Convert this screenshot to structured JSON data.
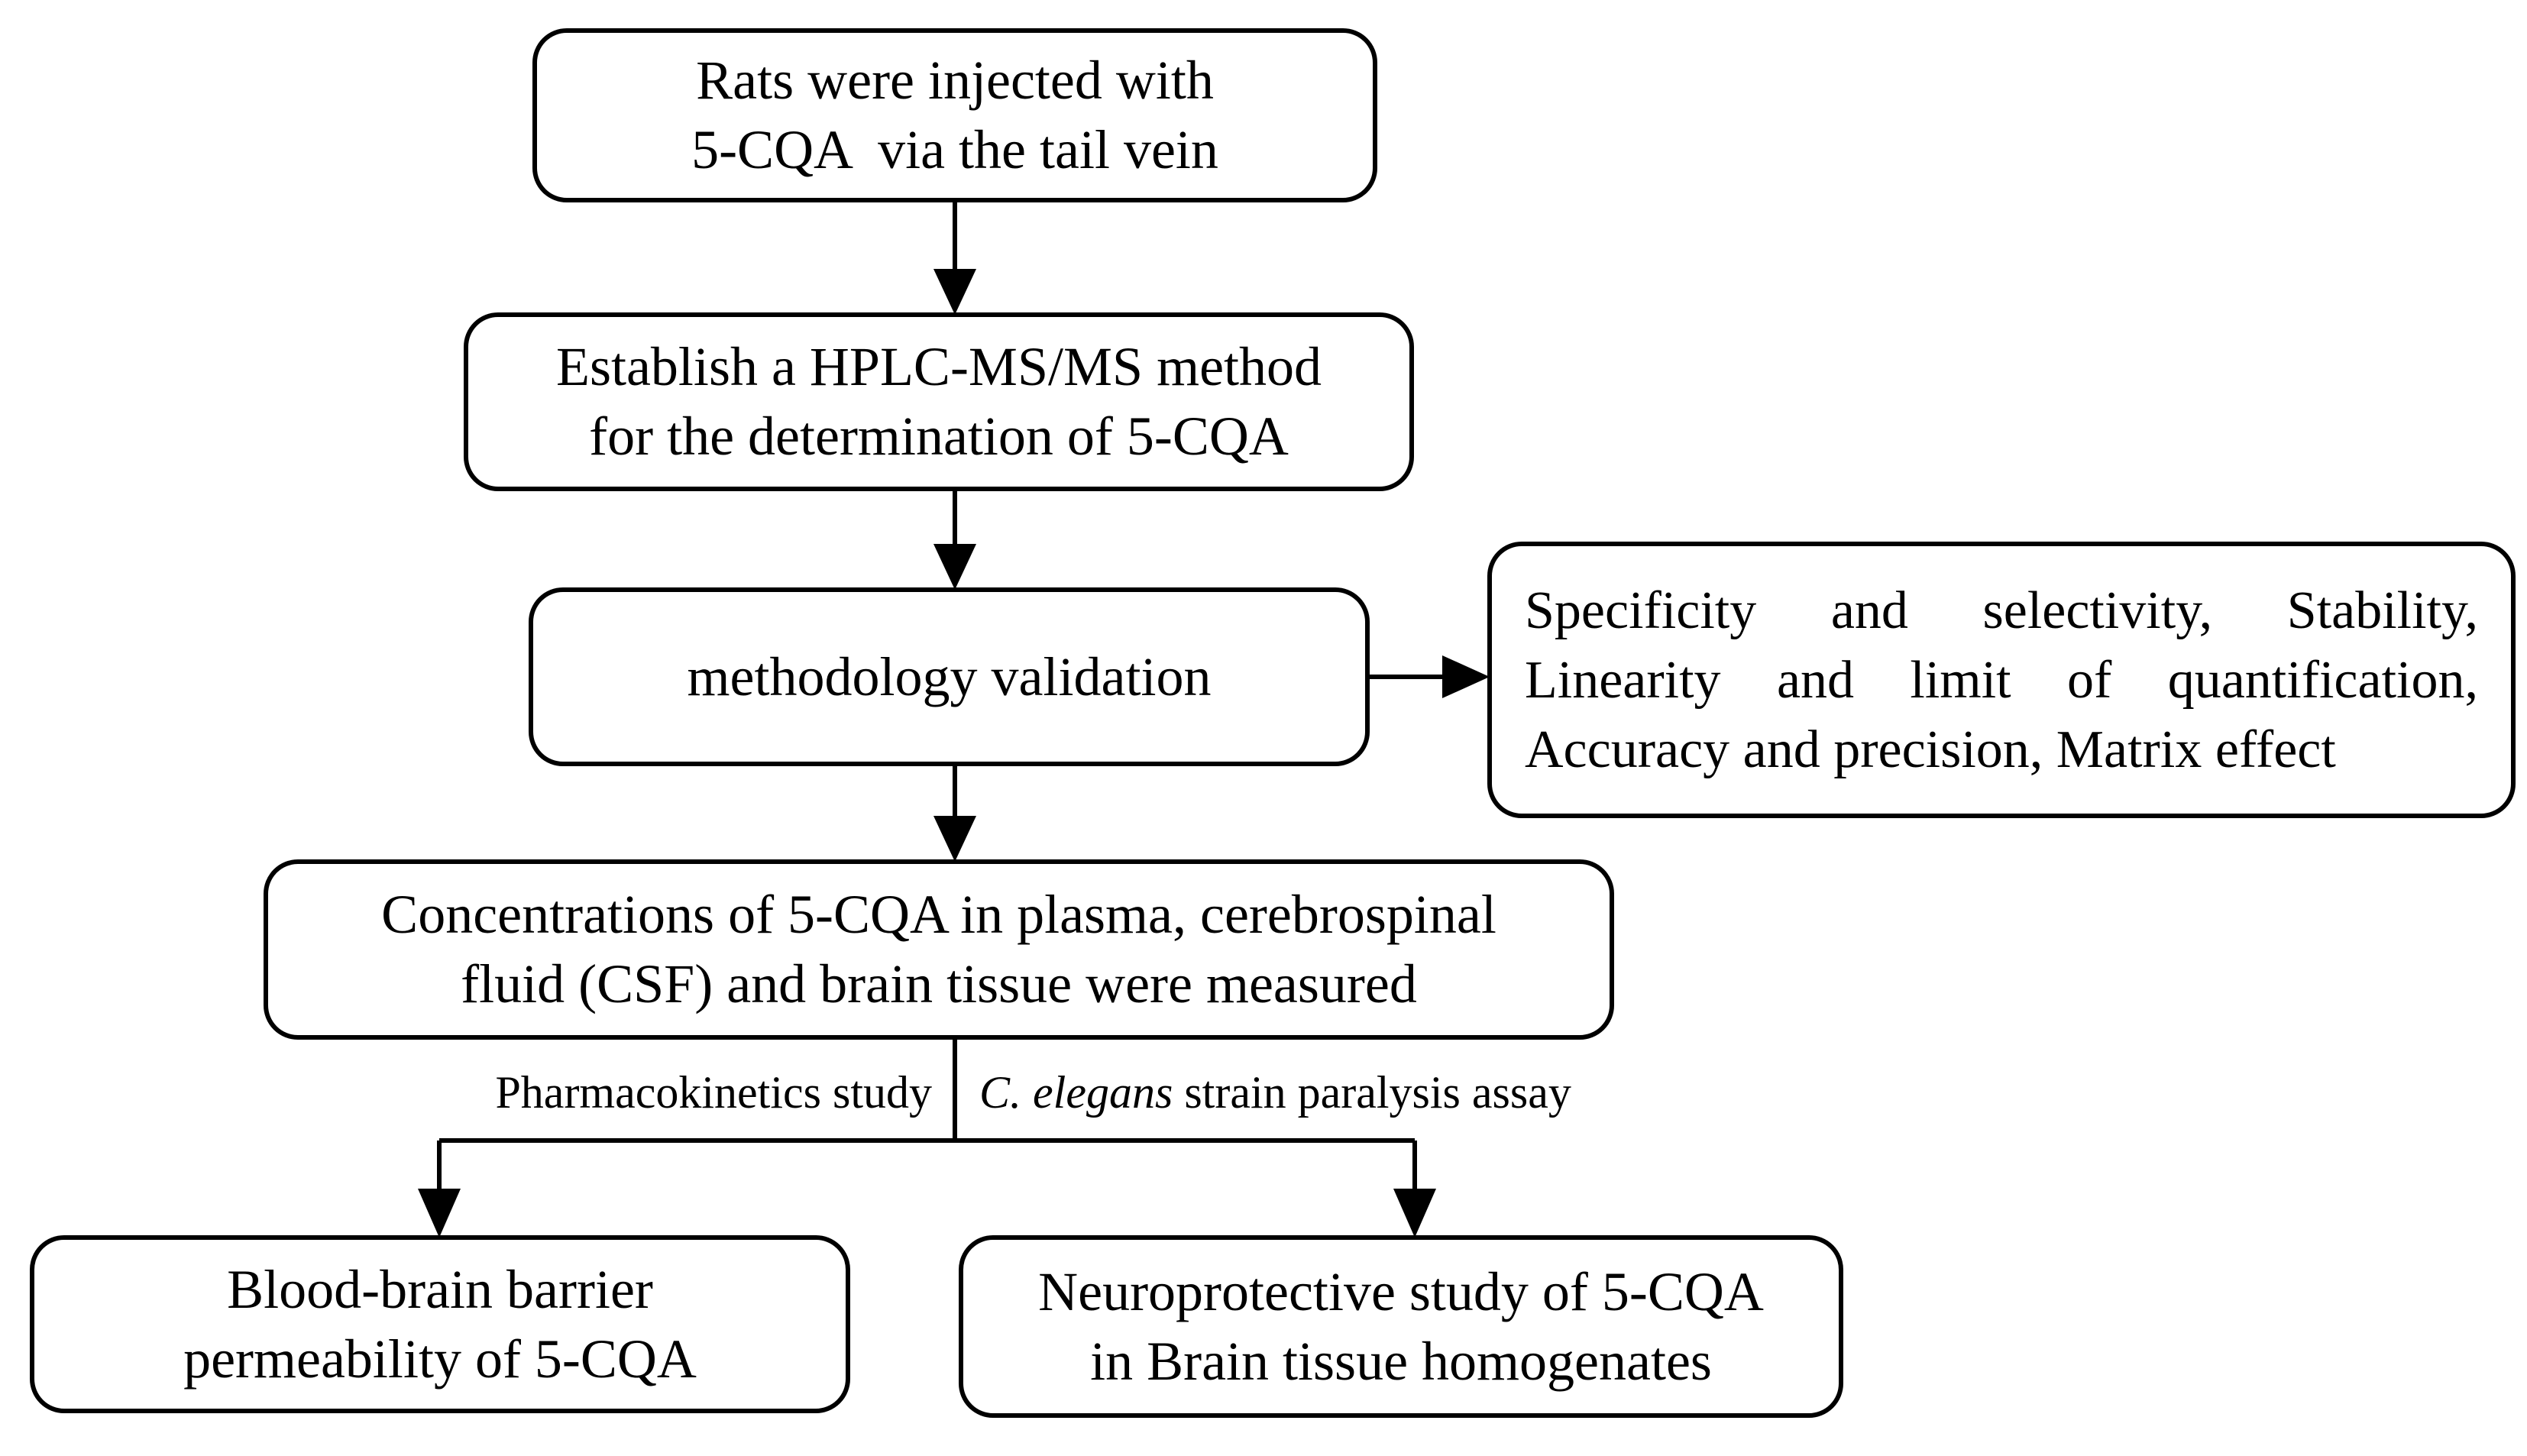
{
  "diagram": {
    "type": "flowchart",
    "title": "5-CQA pharmacokinetics and blood-brain barrier study workflow",
    "background_color": "#ffffff",
    "line_color": "#000000",
    "text_color": "#000000"
  },
  "nodes": {
    "injection": {
      "id": "injection",
      "lines": [
        "Rats were injected with",
        "5-CQA  via the tail vein"
      ]
    },
    "method": {
      "id": "method",
      "lines": [
        "Establish a HPLC-MS/MS method",
        "for the determination of 5-CQA"
      ]
    },
    "validation": {
      "id": "validation",
      "lines": [
        "methodology validation"
      ]
    },
    "validation_details": {
      "id": "validation-details",
      "lines": [
        [
          "Specificity",
          "and",
          "selectivity,",
          "Stability,"
        ],
        [
          "Linearity",
          "and",
          "limit",
          "of",
          "quantification,"
        ],
        [
          "Accuracy and precision, Matrix effect"
        ]
      ]
    },
    "concentrations": {
      "id": "concentrations",
      "lines": [
        "Concentrations of 5-CQA in plasma, cerebrospinal",
        "fluid (CSF) and brain tissue were measured"
      ]
    },
    "bbb": {
      "id": "bbb",
      "lines": [
        "Blood-brain barrier",
        "permeability of 5-CQA"
      ]
    },
    "neuro": {
      "id": "neuro",
      "lines": [
        "Neuroprotective study of 5-CQA",
        "in Brain tissue homogenates"
      ]
    }
  },
  "branch_labels": {
    "left": "Pharmacokinetics study",
    "right_italic": "C. elegans",
    "right_rest": "strain paralysis assay"
  },
  "edges": [
    {
      "id": "injection-to-method",
      "from": "injection",
      "to": "method",
      "arrow": "down"
    },
    {
      "id": "method-to-validation",
      "from": "method",
      "to": "validation",
      "arrow": "down"
    },
    {
      "id": "validation-to-details",
      "from": "validation",
      "to": "validation_details",
      "arrow": "right"
    },
    {
      "id": "validation-to-concentrations",
      "from": "validation",
      "to": "concentrations",
      "arrow": "down"
    },
    {
      "id": "concentrations-to-bbb",
      "from": "concentrations",
      "to": "bbb",
      "arrow": "down"
    },
    {
      "id": "concentrations-to-neuro",
      "from": "concentrations",
      "to": "neuro",
      "arrow": "down"
    }
  ]
}
